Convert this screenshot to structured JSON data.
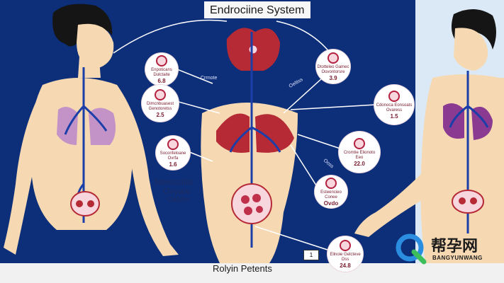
{
  "title": "Endrociine System",
  "bottom_title": "Rolyin Petents",
  "side_labels": [
    "Neessoliis",
    "Ovyare",
    "Oatizer"
  ],
  "small_labels": [
    "Crrnote",
    "Oeltiss",
    "Ooss"
  ],
  "number_box": "1",
  "callouts": [
    {
      "id": "c1",
      "lines": [
        "Enpoticans",
        "Dulctaite"
      ],
      "value": "6.8"
    },
    {
      "id": "c2",
      "lines": [
        "Dimcnbuasest",
        "Genotoretss"
      ],
      "value": "2.5"
    },
    {
      "id": "c3",
      "lines": [
        "Soconfeloane",
        "Ovrfa"
      ],
      "value": "1.6"
    },
    {
      "id": "c4",
      "lines": [
        "Dtotteleo Gamec",
        "Oovontorsre"
      ],
      "value": "3.9"
    },
    {
      "id": "c5",
      "lines": [
        "Cdonoca Eonsoats",
        "Ovaress"
      ],
      "value": "1.5"
    },
    {
      "id": "c6",
      "lines": [
        "Cromtie Elionoto",
        "Eeo"
      ],
      "value": "22.0"
    },
    {
      "id": "c7",
      "lines": [
        "Esteencieo",
        "Conee"
      ],
      "value": "Ovdo"
    },
    {
      "id": "c8",
      "lines": [
        "Ellnoie Gelcteve",
        "Oss"
      ],
      "value": "24.8"
    }
  ],
  "watermark": {
    "main": "帮孕网",
    "sub": "BANGYUNWANG"
  },
  "colors": {
    "background": "#0d2f7a",
    "skin": "#f6d9b2",
    "artery": "#1b3ea8",
    "organ_red": "#b52a35",
    "lung_purple": "#c393c7"
  }
}
